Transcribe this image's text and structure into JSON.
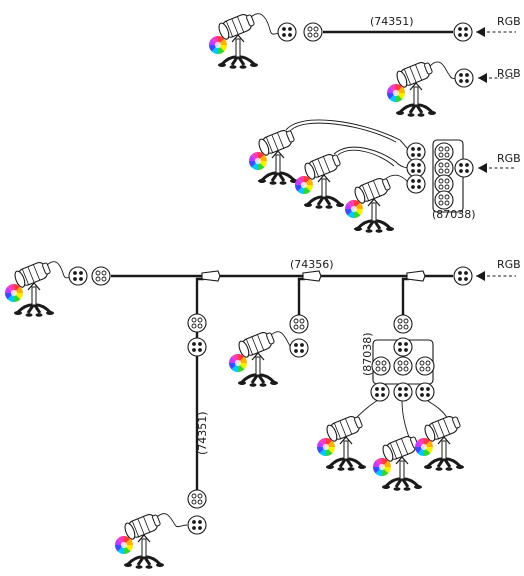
{
  "colors": {
    "line": "#1a1a1a",
    "background": "#ffffff",
    "rgb_wheel": [
      "#ff3b3b",
      "#ffb000",
      "#f5f000",
      "#33d633",
      "#00c8ff",
      "#3b4dff",
      "#c23bff",
      "#ff3bb0"
    ]
  },
  "icons": {
    "spotlight": "spotlight-on-tripod-icon",
    "rgb_badge": "rgb-color-wheel-icon",
    "connector_male": "four-pin-male-connector-icon",
    "connector_female": "four-pin-female-connector-icon",
    "splitter": "four-way-splitter-icon",
    "tee": "cable-tee-junction-icon",
    "signal_in": "input-arrow-icon"
  },
  "setups": {
    "single": {
      "cable_label": "(74351)",
      "input_label": "RGB"
    },
    "direct": {
      "input_label": "RGB"
    },
    "splitter_three": {
      "splitter_label": "(87038)",
      "input_label": "RGB"
    },
    "bus": {
      "main_cable_label": "(74356)",
      "input_label": "RGB",
      "drop_cable_label": "(74351)",
      "splitter_label": "(87038)"
    }
  }
}
